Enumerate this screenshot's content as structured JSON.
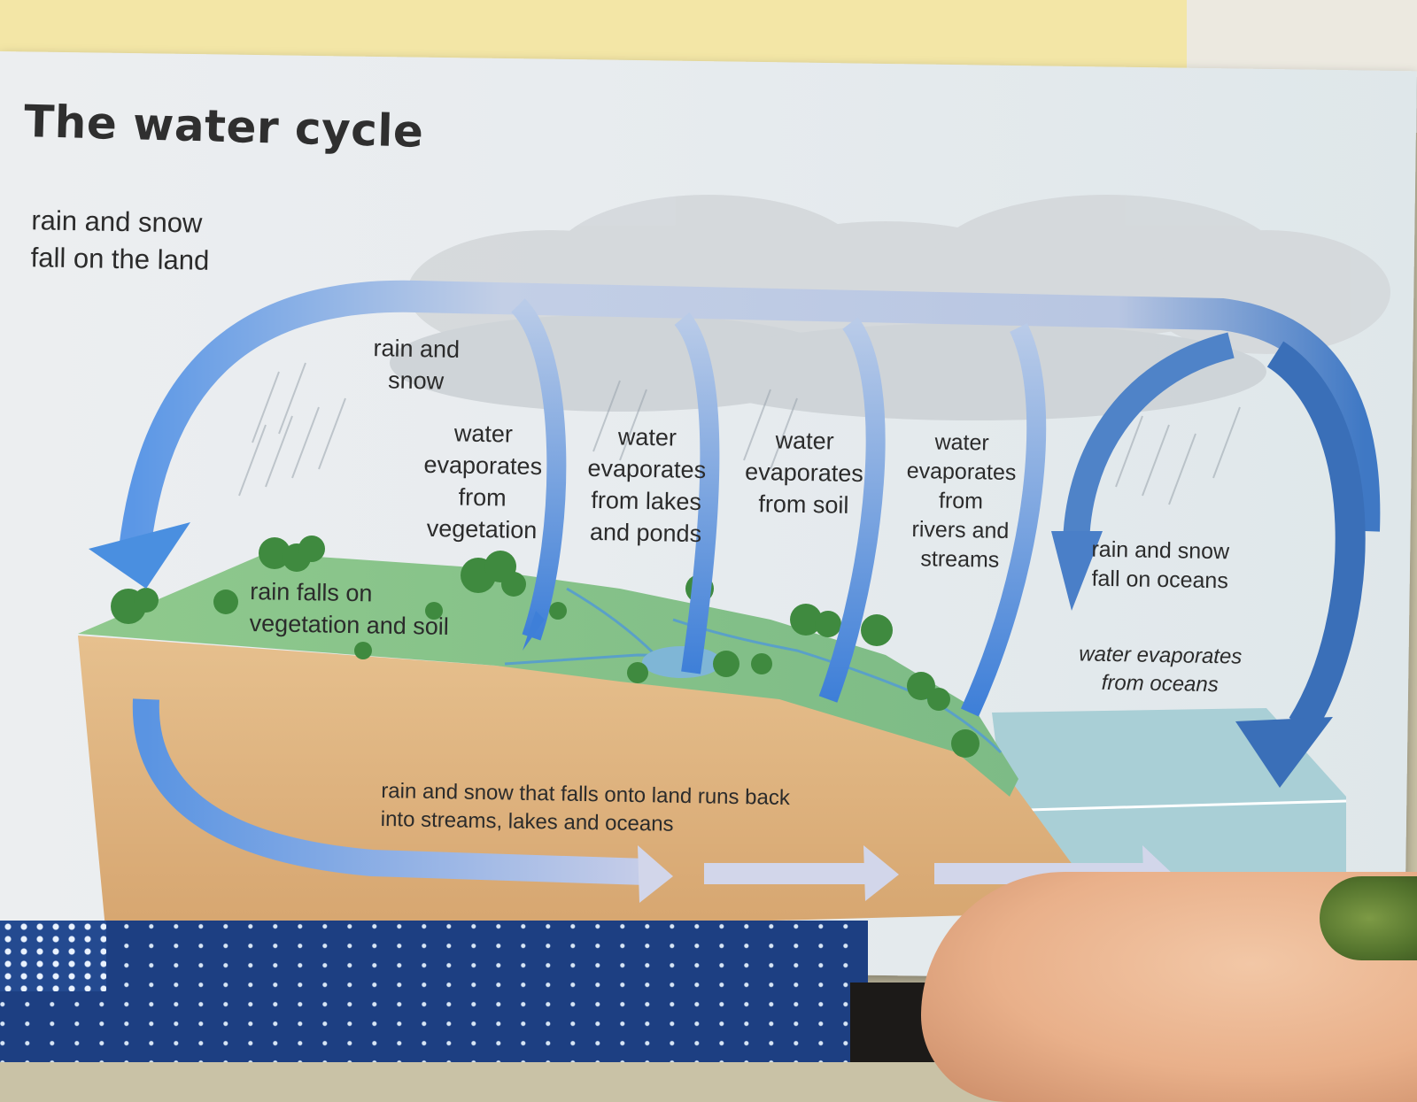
{
  "title": "The water cycle",
  "labels": {
    "rain_snow_land": "rain and snow\nfall on the land",
    "rain_and_snow": "rain and\nsnow",
    "evap_vegetation": "water\nevaporates\nfrom\nvegetation",
    "evap_lakes": "water\nevaporates\nfrom lakes\nand ponds",
    "evap_soil": "water\nevaporates\nfrom soil",
    "evap_rivers": "water\nevaporates\nfrom\nrivers and\nstreams",
    "rain_oceans": "rain and snow\nfall on oceans",
    "evap_oceans": "water evaporates\nfrom oceans",
    "rain_veg_soil": "rain falls on\nvegetation and soil",
    "runoff": "rain and snow that falls onto land runs back\ninto streams, lakes and oceans"
  },
  "colors": {
    "arrow_blue": "#4a8fe0",
    "arrow_dark": "#3a6fb8",
    "land_green": "#8cc590",
    "soil": "#d9b27c",
    "sea": "#a9cfd6"
  }
}
